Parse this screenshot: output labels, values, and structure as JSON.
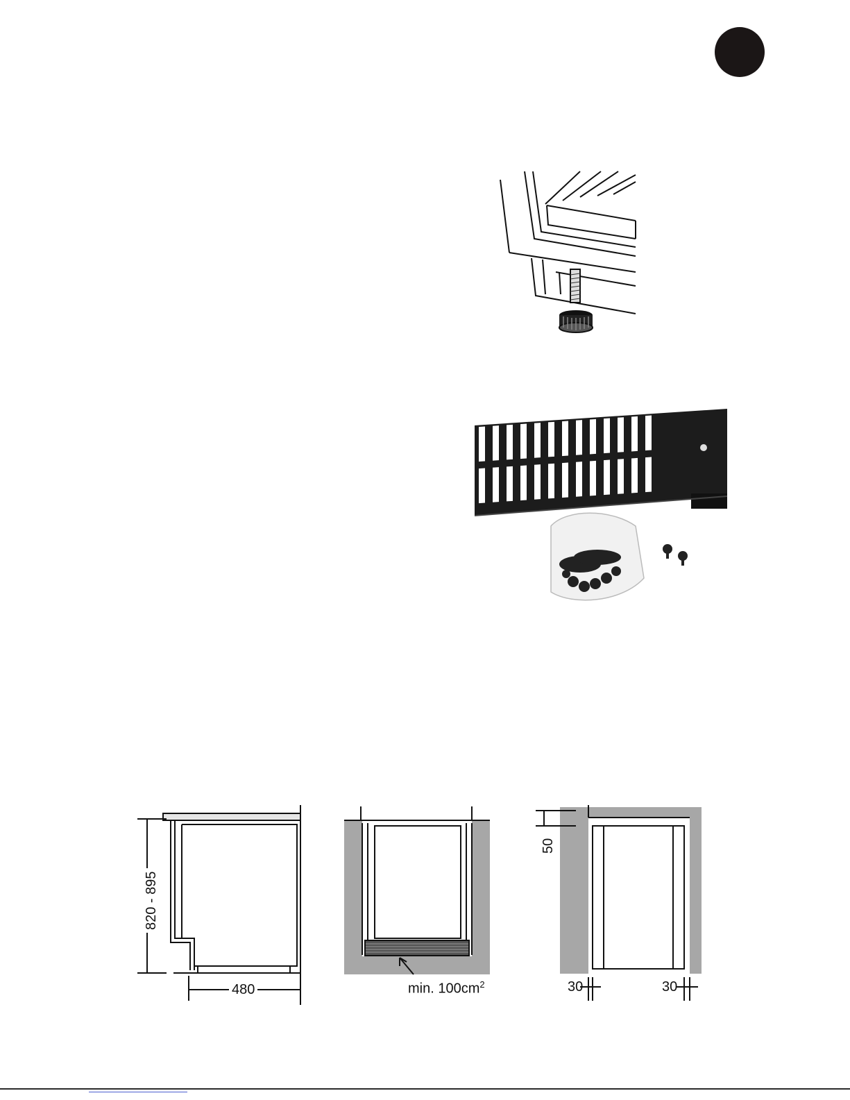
{
  "figures": {
    "niche_side": {
      "height_label": "820 - 895",
      "depth_label": "480"
    },
    "niche_front": {
      "vent_label": "min. 100cm",
      "vent_sup": "2"
    },
    "niche_clearance": {
      "top_gap_label": "50",
      "left_gap_label": "30",
      "right_gap_label": "30"
    }
  },
  "icons": {
    "badge": "filled-black-circle",
    "leveling_foot": "adjustable-foot-illustration",
    "vent_grille": "ventilation-grille-photo"
  }
}
